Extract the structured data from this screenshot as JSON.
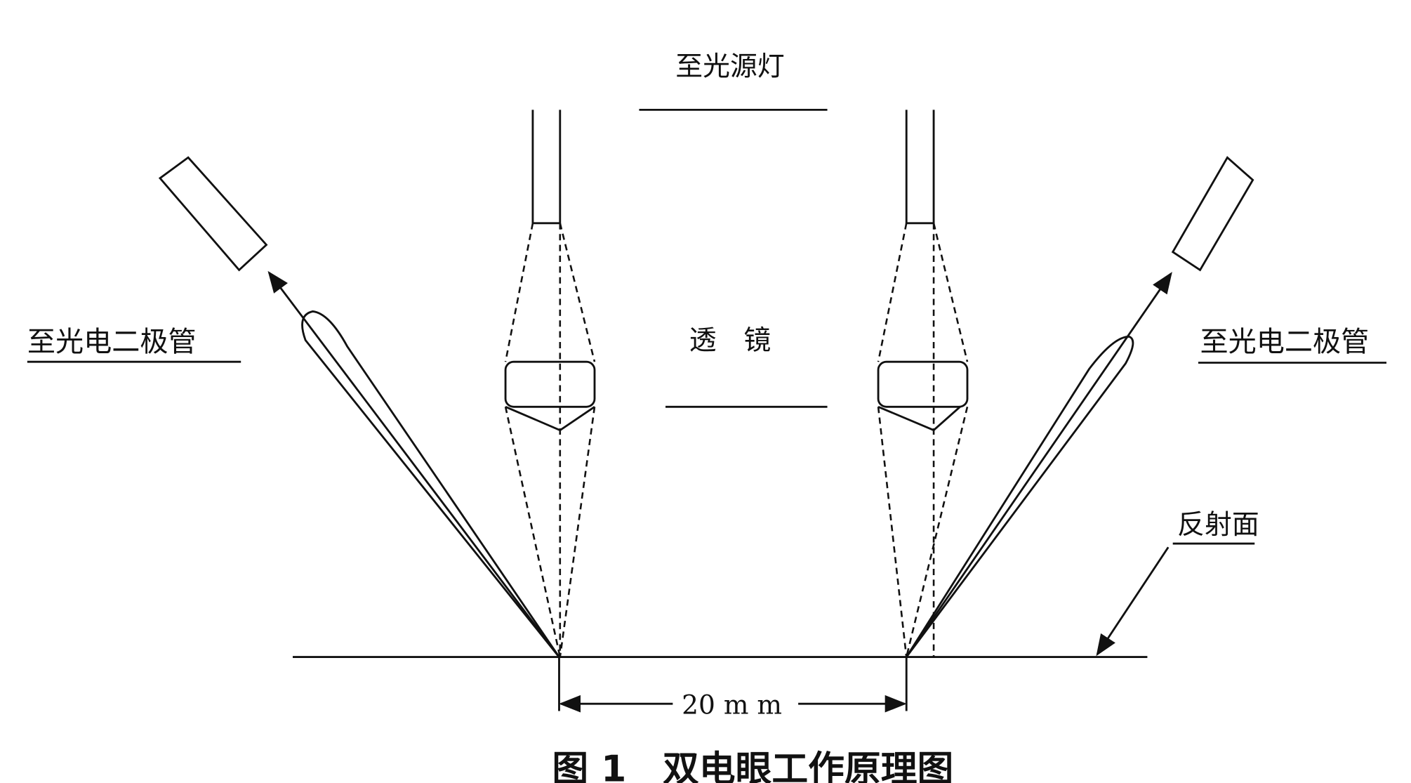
{
  "labels": {
    "to_light_source": "至光源灯",
    "to_photodiode_left": "至光电二极管",
    "to_photodiode_right": "至光电二极管",
    "lens": "透　镜",
    "reflective_surface": "反射面",
    "distance": "20 m m"
  },
  "caption": "图 1　双电眼工作原理图"
}
